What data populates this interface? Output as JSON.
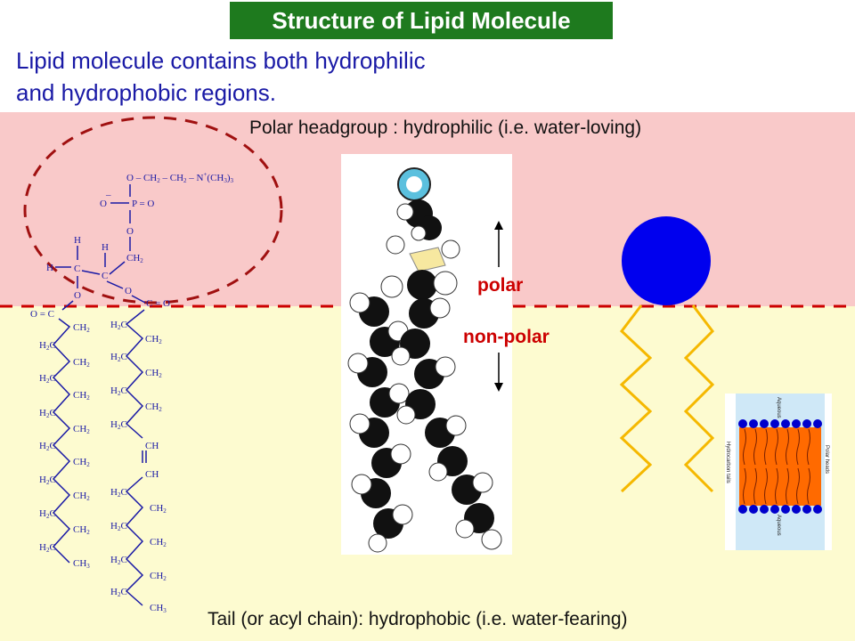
{
  "title": "Structure of Lipid Molecule",
  "intro_line1": "Lipid molecule contains both hydrophilic",
  "intro_line2": "and hydrophobic regions.",
  "polar_caption": "Polar headgroup : hydrophilic (i.e. water-loving)",
  "tail_caption": "Tail (or acyl chain): hydrophobic (i.e. water-fearing)",
  "label_polar": "polar",
  "label_nonpolar": "non-polar",
  "membrane_labels": {
    "aqueous_top": "Aqueous",
    "aqueous_bottom": "Aqueous",
    "polar_heads": "Polar heads",
    "hydrocarbon_tails": "Hydrocarbon tails"
  },
  "formula": {
    "choline": "O – CH2 – CH2 – N+(CH3)3",
    "phosphate_o": "O",
    "phosphate": "P = O",
    "bridge_o": "O",
    "glycerol_h1": "H",
    "glycerol_h2": "H",
    "glycerol_c1": "C",
    "glycerol_c2": "C",
    "glycerol_h3": "H",
    "glycerol_ch2": "CH2",
    "ester_o1": "O",
    "ester_o2": "O",
    "carbonyl_left": "O = C",
    "carbonyl_right": "C = O"
  },
  "colors": {
    "hydrophilic_zone": "#f9c9c9",
    "hydrophobic_zone": "#fdfbd0",
    "title_bg": "#1e7a1e",
    "intro_text": "#1a1aa6",
    "divider": "#cc0000",
    "lipid_head": "#0000ee",
    "lipid_tail": "#f5b800",
    "membrane_core": "#ff6a00"
  }
}
